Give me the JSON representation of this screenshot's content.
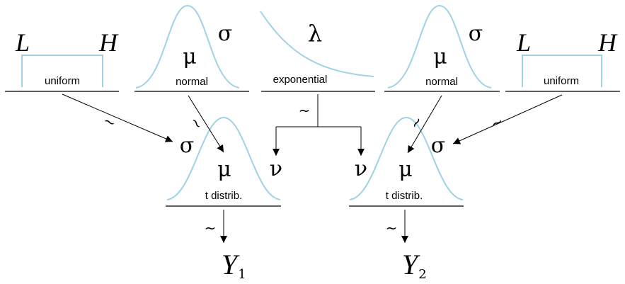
{
  "priors": {
    "uniform_left": {
      "label": "uniform",
      "low": "L",
      "high": "H"
    },
    "normal_left": {
      "label": "normal",
      "mean": "μ",
      "sd": "σ"
    },
    "exponential": {
      "label": "exponential",
      "rate": "λ"
    },
    "normal_right": {
      "label": "normal",
      "mean": "μ",
      "sd": "σ"
    },
    "uniform_right": {
      "label": "uniform",
      "low": "L",
      "high": "H"
    }
  },
  "likelihoods": {
    "t_left": {
      "label": "t distrib.",
      "scale": "σ",
      "mean": "μ",
      "df": "ν"
    },
    "t_right": {
      "label": "t distrib.",
      "scale": "σ",
      "mean": "μ",
      "df": "ν"
    }
  },
  "outcomes": {
    "y1": {
      "symbol": "Y",
      "subscript": "1"
    },
    "y2": {
      "symbol": "Y",
      "subscript": "2"
    }
  },
  "tilde": "~"
}
